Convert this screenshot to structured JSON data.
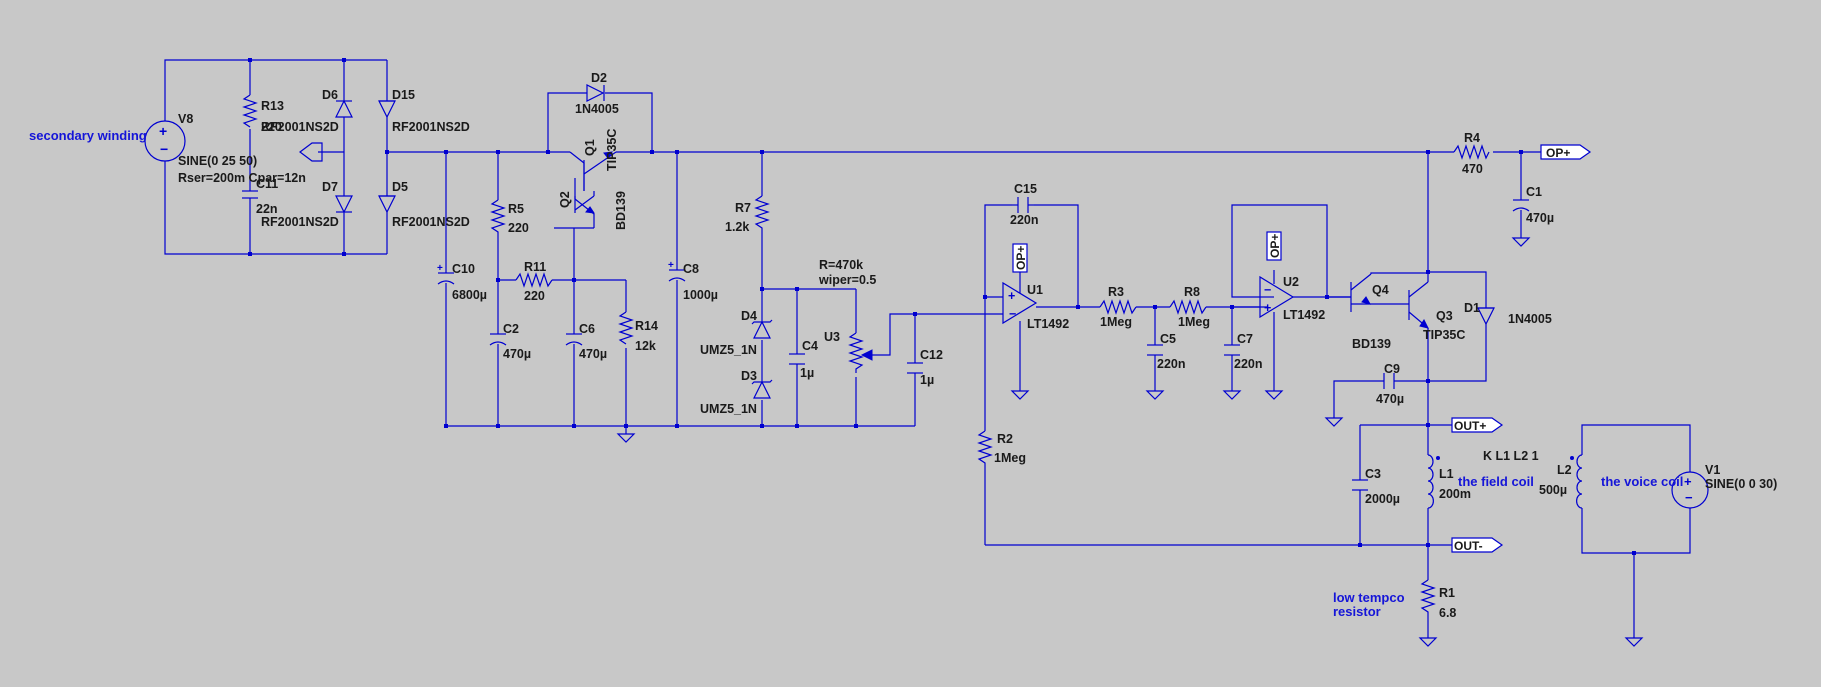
{
  "notes": {
    "secondary": "secondary winding",
    "field_coil": "the field coil",
    "voice_coil": "the voice coil",
    "low_tempco": "low tempco",
    "resistor_word": "resistor",
    "coupling": "K L1 L2 1"
  },
  "ports": {
    "op_plus": "OP+",
    "out_plus": "OUT+",
    "out_minus": "OUT-"
  },
  "components": {
    "V8": {
      "ref": "V8",
      "val1": "SINE(0 25 50)",
      "val2": "Rser=200m Cpar=12n"
    },
    "R13": {
      "ref": "R13",
      "val": "220"
    },
    "C11": {
      "ref": "C11",
      "val": "22n"
    },
    "D6": {
      "ref": "D6",
      "val": "RF2001NS2D"
    },
    "D7": {
      "ref": "D7",
      "val": "RF2001NS2D"
    },
    "D15": {
      "ref": "D15",
      "val": "RF2001NS2D"
    },
    "D5": {
      "ref": "D5",
      "val": "RF2001NS2D"
    },
    "C10": {
      "ref": "C10",
      "val": "6800µ"
    },
    "R5": {
      "ref": "R5",
      "val": "220"
    },
    "R11": {
      "ref": "R11",
      "val": "220"
    },
    "C2": {
      "ref": "C2",
      "val": "470µ"
    },
    "C6": {
      "ref": "C6",
      "val": "470µ"
    },
    "R14": {
      "ref": "R14",
      "val": "12k"
    },
    "D2": {
      "ref": "D2",
      "val": "1N4005"
    },
    "Q1": {
      "ref": "Q1",
      "val": "TIP35C"
    },
    "Q2": {
      "ref": "Q2",
      "val": "BD139"
    },
    "C8": {
      "ref": "C8",
      "val": "1000µ"
    },
    "R7": {
      "ref": "R7",
      "val": "1.2k"
    },
    "D4": {
      "ref": "D4",
      "val": "UMZ5_1N"
    },
    "D3": {
      "ref": "D3",
      "val": "UMZ5_1N"
    },
    "C4": {
      "ref": "C4",
      "val": "1µ"
    },
    "U3": {
      "ref": "U3",
      "val1": "R=470k",
      "val2": "wiper=0.5"
    },
    "C12": {
      "ref": "C12",
      "val": "1µ"
    },
    "C15": {
      "ref": "C15",
      "val": "220n"
    },
    "U1": {
      "ref": "U1",
      "val": "LT1492"
    },
    "R2": {
      "ref": "R2",
      "val": "1Meg"
    },
    "R3": {
      "ref": "R3",
      "val": "1Meg"
    },
    "R8": {
      "ref": "R8",
      "val": "1Meg"
    },
    "C5": {
      "ref": "C5",
      "val": "220n"
    },
    "C7": {
      "ref": "C7",
      "val": "220n"
    },
    "U2": {
      "ref": "U2",
      "val": "LT1492"
    },
    "Q4": {
      "ref": "Q4",
      "val": "BD139"
    },
    "Q3": {
      "ref": "Q3",
      "val": "TIP35C"
    },
    "D1": {
      "ref": "D1",
      "val": "1N4005"
    },
    "C9": {
      "ref": "C9",
      "val": "470µ"
    },
    "R4": {
      "ref": "R4",
      "val": "470"
    },
    "C1": {
      "ref": "C1",
      "val": "470µ"
    },
    "C3": {
      "ref": "C3",
      "val": "2000µ"
    },
    "L1": {
      "ref": "L1",
      "val": "200m"
    },
    "L2": {
      "ref": "L2",
      "val": "500µ"
    },
    "V1": {
      "ref": "V1",
      "val": "SINE(0 0 30)"
    },
    "R1": {
      "ref": "R1",
      "val": "6.8"
    }
  },
  "colors": {
    "background": "#c8c8c8",
    "wire": "#0000d0",
    "label": "#1a1a1a",
    "note": "#1515d8"
  }
}
